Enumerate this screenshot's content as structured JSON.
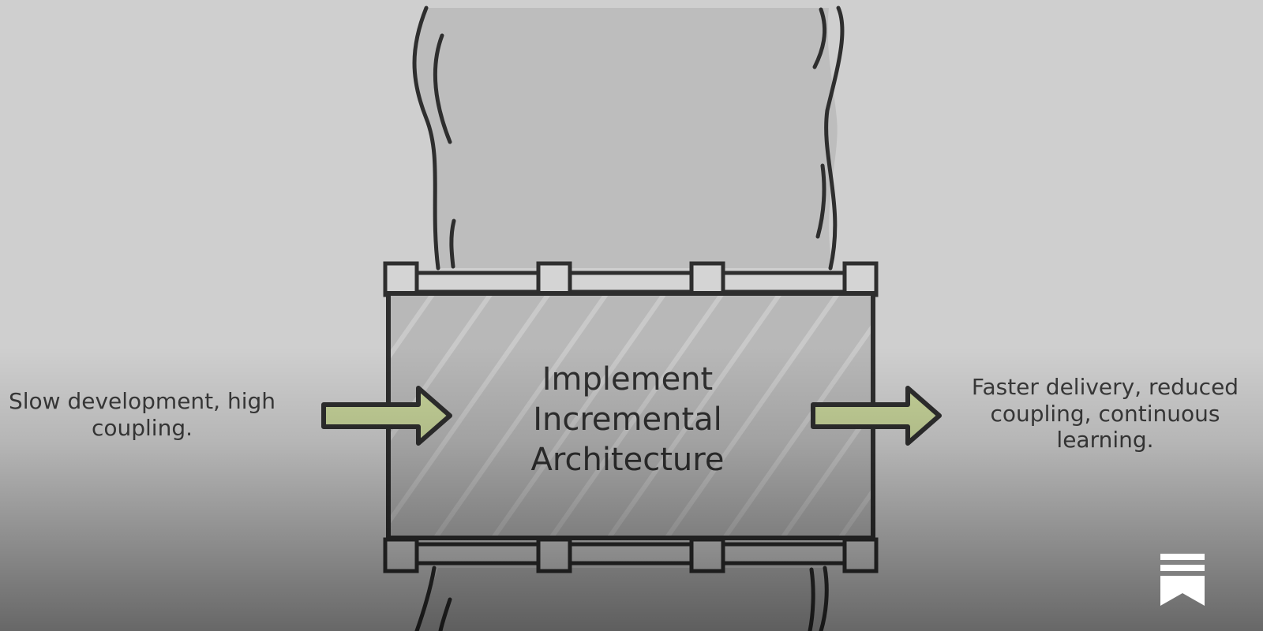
{
  "diagram": {
    "input_text": [
      "Slow development, high",
      "coupling."
    ],
    "process_text": [
      "Implement",
      "Incremental",
      "Architecture"
    ],
    "output_text": [
      "Faster delivery, reduced",
      "coupling, continuous",
      "learning."
    ]
  },
  "icons": {
    "input_arrow": "right-arrow-icon",
    "output_arrow": "right-arrow-icon",
    "bookmark": "bookmark-icon"
  },
  "colors": {
    "background": "#cfcfcf",
    "box_fill": "#b4b4b4",
    "arrow_fill": "#c7d49a",
    "outline": "#2e2e2e",
    "text": "#3a3a3a",
    "bookmark": "#ffffff"
  }
}
